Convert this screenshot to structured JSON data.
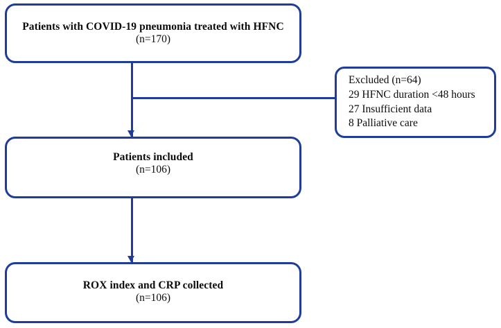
{
  "diagram": {
    "type": "flowchart",
    "title": "Patient selection flow diagram",
    "stroke_color": "#1f3c9b",
    "text_color": "#0b0b0b",
    "background": "#ffffff"
  },
  "nodes": {
    "enrolled": {
      "label": "Patients with COVID-19 pneumonia treated with HFNC",
      "count": "(n=170)"
    },
    "excluded": {
      "lines": [
        "Excluded (n=64)",
        "29 HFNC duration <48 hours",
        "27 Insufficient data",
        "8 Palliative care"
      ],
      "line0": "Excluded (n=64)",
      "line1": "29 HFNC duration <48 hours",
      "line2": "27 Insufficient data",
      "line3": "8 Palliative care"
    },
    "included": {
      "label": "Patients included",
      "count": "(n=106)"
    },
    "collected": {
      "label": "ROX index and CRP collected",
      "count": "(n=106)"
    }
  },
  "connectors": {
    "enrolled_to_included": "arrow-down",
    "trunk_to_excluded": "branch-right",
    "included_to_collected": "arrow-down"
  }
}
